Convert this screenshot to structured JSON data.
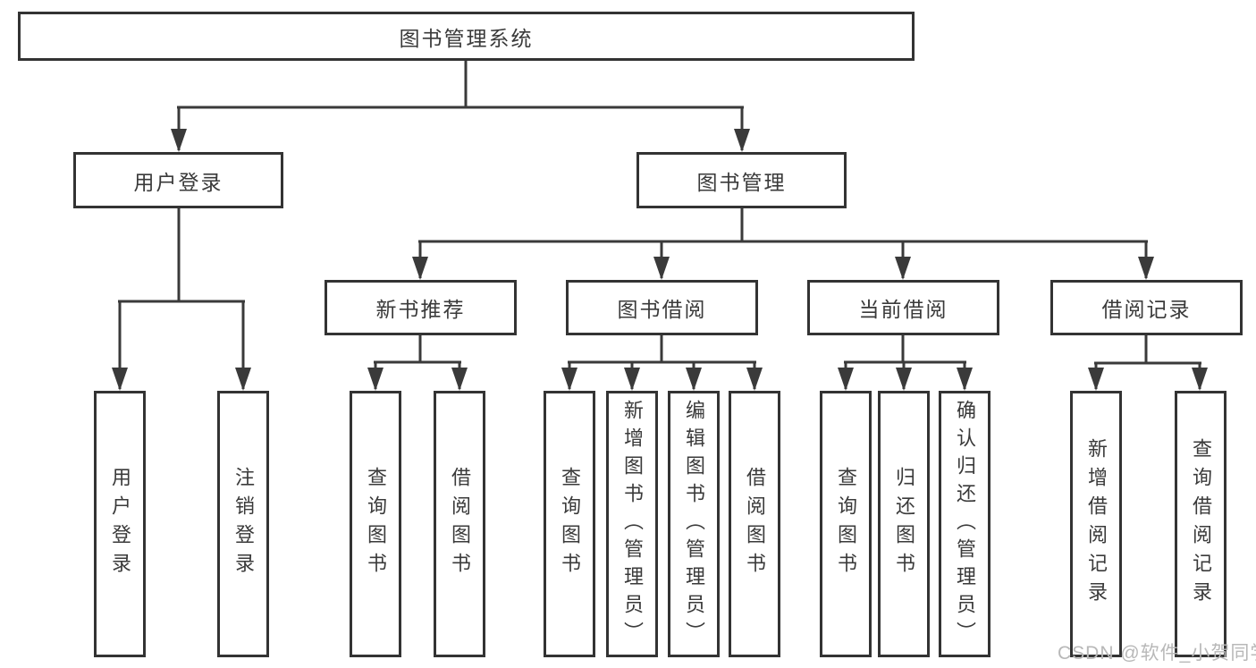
{
  "diagram": {
    "root": {
      "label": "图书管理系统"
    },
    "branches": [
      {
        "label": "用户登录",
        "children": [
          {
            "label": "用户登录"
          },
          {
            "label": "注销登录"
          }
        ]
      },
      {
        "label": "图书管理",
        "children": [
          {
            "label": "新书推荐",
            "children": [
              {
                "label": "查询图书"
              },
              {
                "label": "借阅图书"
              }
            ]
          },
          {
            "label": "图书借阅",
            "children": [
              {
                "label": "查询图书"
              },
              {
                "label": "新增图书（管理员）"
              },
              {
                "label": "编辑图书（管理员）"
              },
              {
                "label": "借阅图书"
              }
            ]
          },
          {
            "label": "当前借阅",
            "children": [
              {
                "label": "查询图书"
              },
              {
                "label": "归还图书"
              },
              {
                "label": "确认归还（管理员）"
              }
            ]
          },
          {
            "label": "借阅记录",
            "children": [
              {
                "label": "新增借阅记录"
              },
              {
                "label": "查询借阅记录"
              }
            ]
          }
        ]
      }
    ],
    "watermark": "CSDN @软件_小贺同学",
    "colors": {
      "line": "#3a3a3a",
      "box_border": "#333333",
      "text": "#3a3a3a",
      "watermark": "#b8b8b8",
      "background": "#ffffff"
    }
  }
}
